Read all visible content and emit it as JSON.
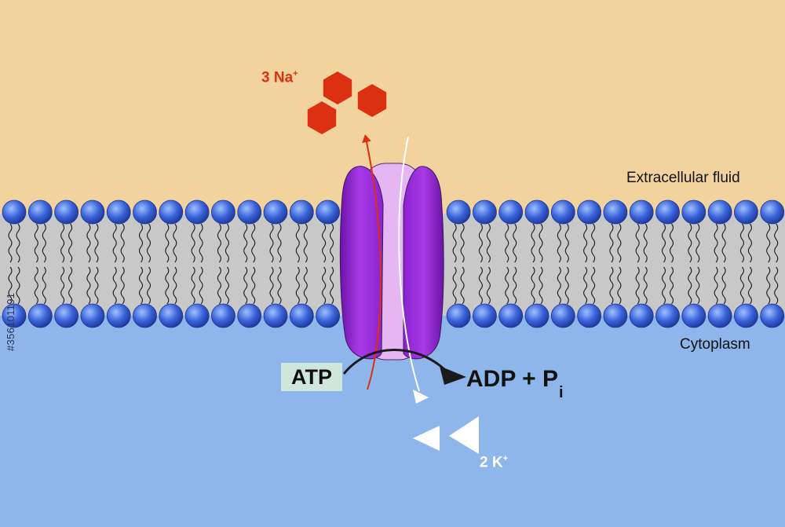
{
  "labels": {
    "sodium": {
      "text": "3 Na",
      "charge": "+"
    },
    "potassium": {
      "text": "2 K",
      "charge": "+"
    },
    "extracellular": "Extracellular fluid",
    "cytoplasm": "Cytoplasm",
    "atp": "ATP",
    "adp": {
      "text": "ADP + P",
      "subscript": "i"
    }
  },
  "stock_id": "#356101191",
  "colors": {
    "extracellular_fluid": "#f2d39d",
    "cytoplasm": "#8fb6ea",
    "membrane_core": "#c8c8c8",
    "phospholipid_head": "#3a63d9",
    "pump_outer": "#9b2fe0",
    "pump_channel": "#e6b6f3",
    "sodium_ion": "#dc3012",
    "potassium_ion": "#ffffff",
    "atp_box": "#cfe6dc",
    "arrow_black": "#1a1a1a"
  },
  "sodium_ion_count": 3,
  "potassium_ion_count": 2
}
